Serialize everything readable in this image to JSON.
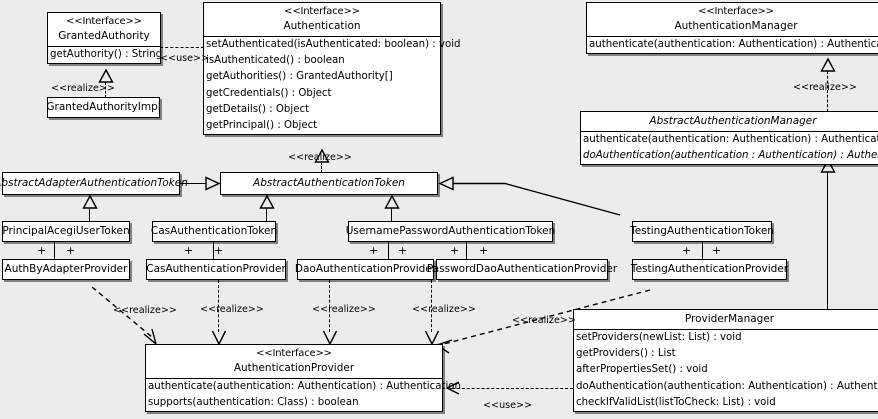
{
  "diagram": {
    "type": "uml-class-diagram",
    "background": "#ececec",
    "stroke": "#000000",
    "fill": "#ffffff"
  },
  "stereotypes": {
    "interface": "<<Interface>>",
    "realize": "<<realize>>",
    "use": "<<use>>"
  },
  "classes": {
    "granted_authority": {
      "stereotype": "<<Interface>>",
      "name": "GrantedAuthority",
      "operations": [
        "getAuthority() : String"
      ]
    },
    "granted_authority_impl": {
      "name": "GrantedAuthorityImpl"
    },
    "authentication": {
      "stereotype": "<<Interface>>",
      "name": "Authentication",
      "operations": [
        "setAuthenticated(isAuthenticated: boolean) : void",
        "isAuthenticated() : boolean",
        "getAuthorities() : GrantedAuthority[]",
        "getCredentials() : Object",
        "getDetails() : Object",
        "getPrincipal() : Object"
      ]
    },
    "authentication_manager": {
      "stereotype": "<<Interface>>",
      "name": "AuthenticationManager",
      "operations": [
        "authenticate(authentication: Authentication) : Authentication"
      ]
    },
    "abstract_authentication_manager": {
      "name": "AbstractAuthenticationManager",
      "abstract": true,
      "operations": [
        "authenticate(authentication: Authentication) : Authentication",
        "doAuthentication(authentication : Authentication) : Authentication"
      ]
    },
    "abstract_adapter_authentication_token": {
      "name": "AbstractAdapterAuthenticationToken",
      "abstract": true
    },
    "abstract_authentication_token": {
      "name": "AbstractAuthenticationToken",
      "abstract": true
    },
    "principal_acegi_user_token": {
      "name": "PrincipalAcegiUserToken"
    },
    "cas_authentication_token": {
      "name": "CasAuthenticationToken"
    },
    "username_password_authentication_token": {
      "name": "UsernamePasswordAuthenticationToken"
    },
    "testing_authentication_token": {
      "name": "TestingAuthenticationToken"
    },
    "auth_by_adapter_provider": {
      "name": "AuthByAdapterProvider"
    },
    "cas_authentication_provider": {
      "name": "CasAuthenticationProvider"
    },
    "dao_authentication_provider": {
      "name": "DaoAuthenticationProvider"
    },
    "password_dao_authentication_provider": {
      "name": "PasswordDaoAuthenticationProvider"
    },
    "testing_authentication_provider": {
      "name": "TestingAuthenticationProvider"
    },
    "authentication_provider": {
      "stereotype": "<<Interface>>",
      "name": "AuthenticationProvider",
      "operations": [
        "authenticate(authentication: Authentication) : Authentication",
        "supports(authentication: Class) : boolean"
      ]
    },
    "provider_manager": {
      "name": "ProviderManager",
      "operations": [
        "setProviders(newList: List) : void",
        "getProviders() : List",
        "afterPropertiesSet() : void",
        "doAuthentication(authentication: Authentication) : Authentication",
        "checkIfValidList(listToCheck: List) : void"
      ]
    }
  },
  "relationship_labels": {
    "use_granted_authority": "<<use>>",
    "realize_granted_authority_impl": "<<realize>>",
    "realize_abstract_authentication_token": "<<realize>>",
    "realize_abstract_authentication_manager": "<<realize>>",
    "realize_auth_by_adapter": "<<realize>>",
    "realize_cas_provider": "<<realize>>",
    "realize_dao_provider": "<<realize>>",
    "realize_password_dao_provider": "<<realize>>",
    "realize_testing_provider": "<<realize>>",
    "use_provider_manager": "<<use>>"
  },
  "association_markers": {
    "plus": "+"
  }
}
